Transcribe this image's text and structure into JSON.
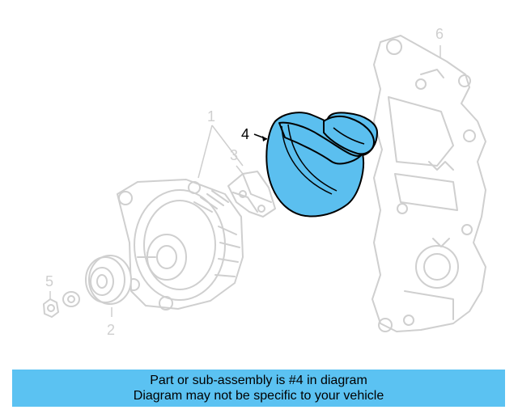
{
  "callouts": {
    "c1": "1",
    "c2": "2",
    "c3": "3",
    "c4": "4",
    "c5": "5",
    "c6": "6"
  },
  "highlighted_part": "4",
  "colors": {
    "highlight": "#5bbfef",
    "banner": "#5bc2f2",
    "ghost": "#cfcfcf"
  },
  "banner": {
    "line1": "Part or sub-assembly is #4 in diagram",
    "line2": "Diagram may not be specific to your vehicle"
  }
}
